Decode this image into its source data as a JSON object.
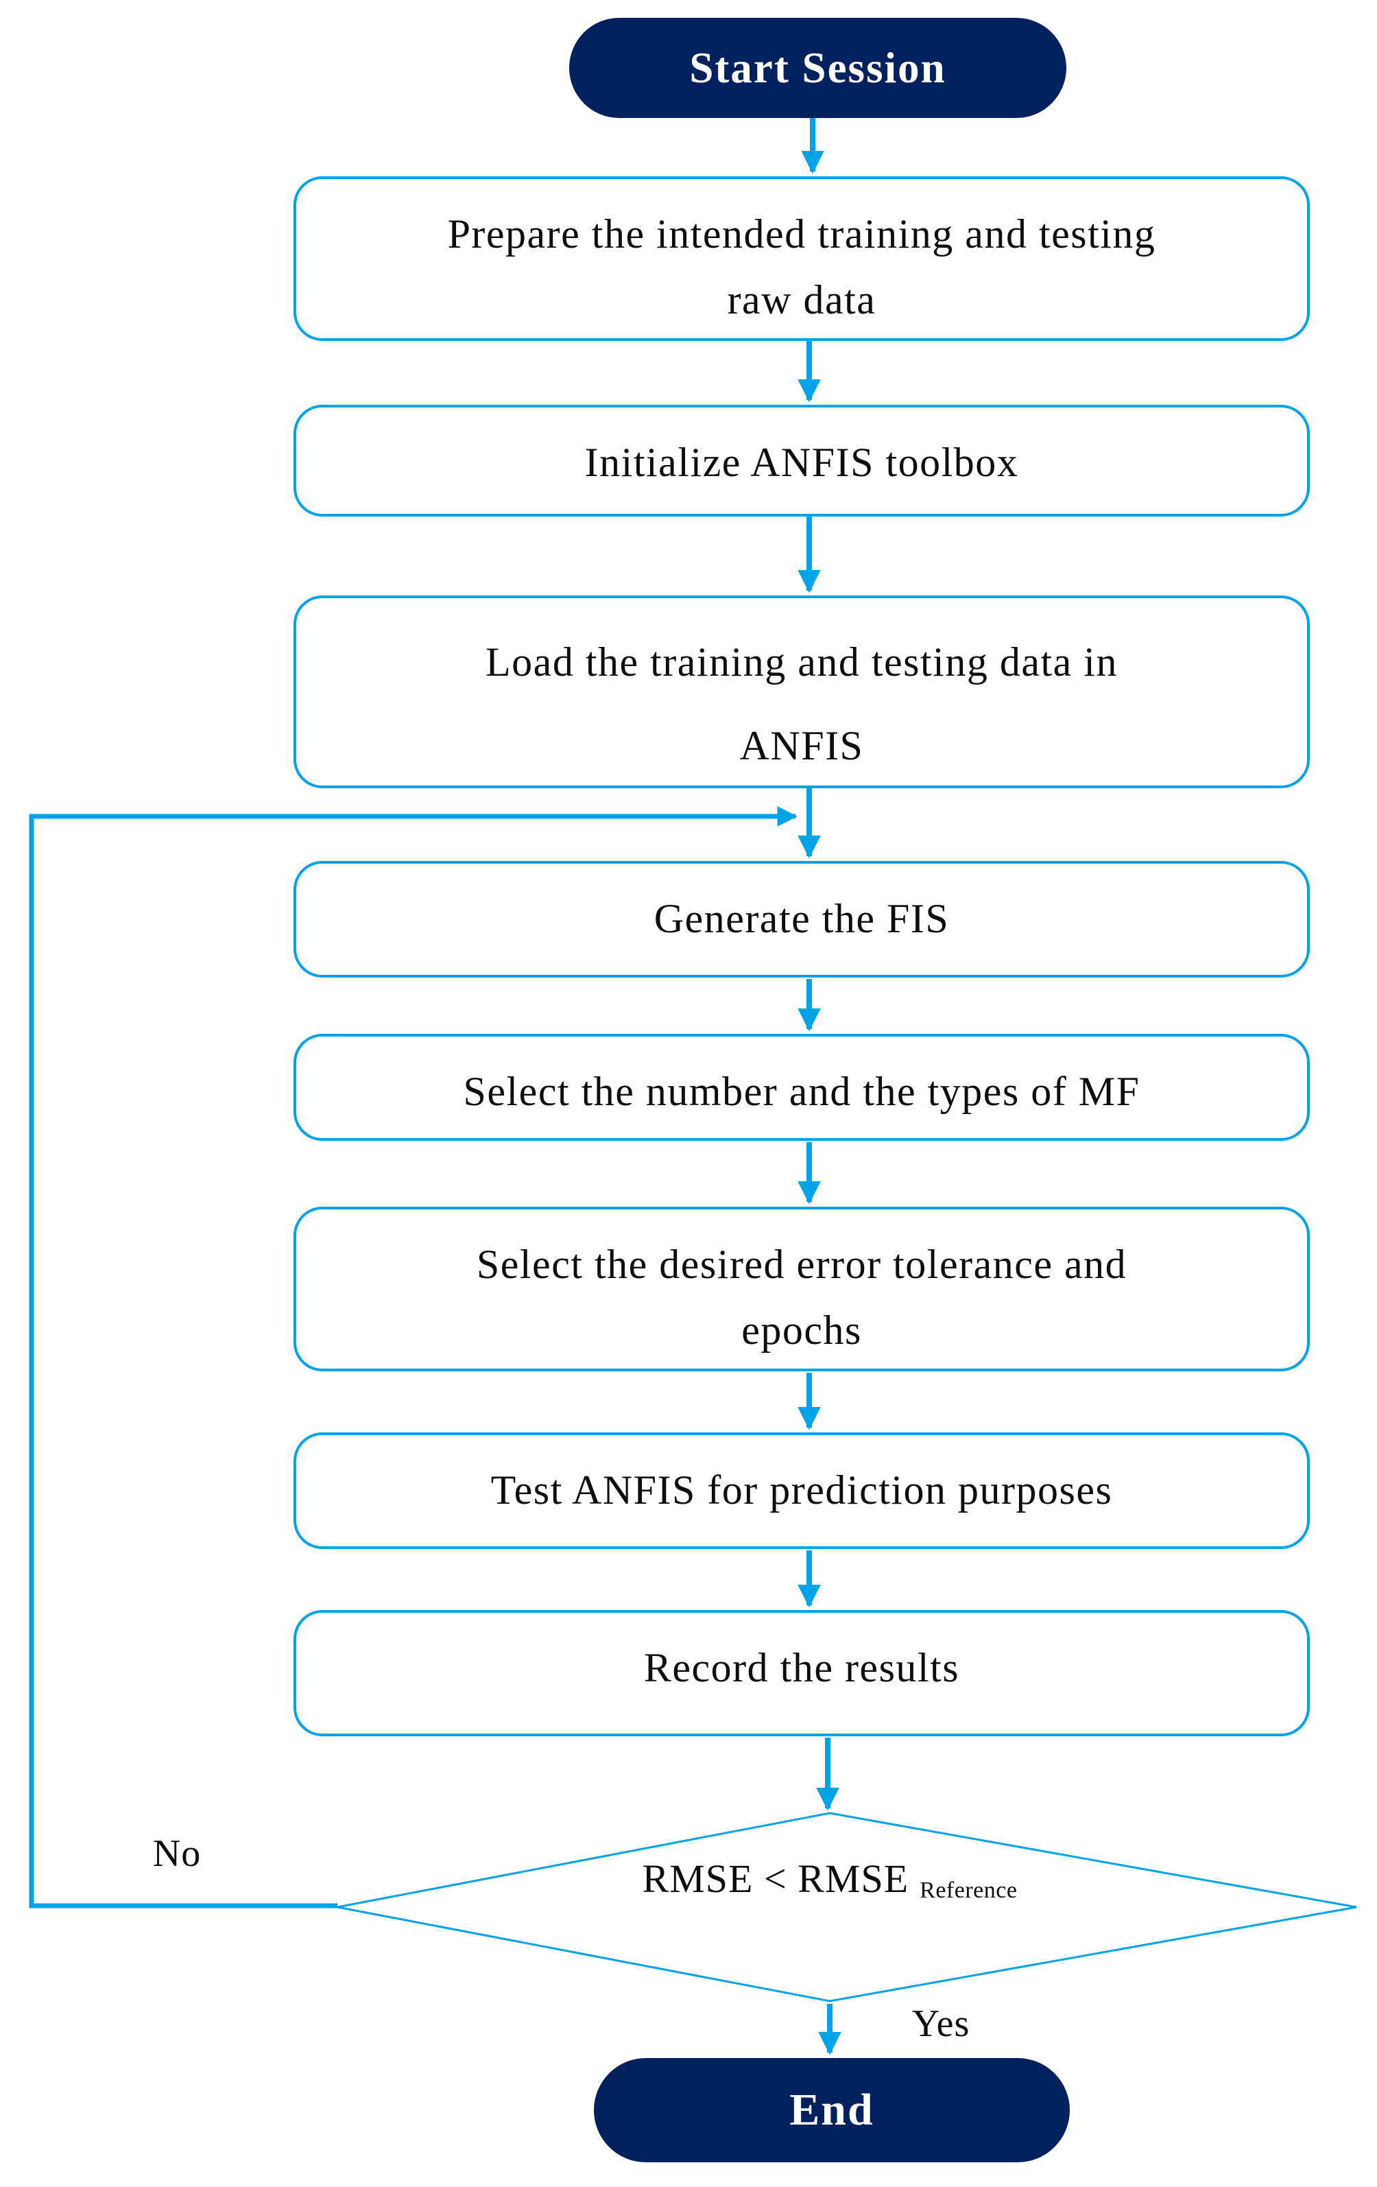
{
  "flowchart": {
    "title_hint": "ANFIS training session flowchart",
    "start": {
      "label": "Start Session"
    },
    "steps": [
      {
        "id": "prepare",
        "lines": [
          "Prepare the intended training and testing",
          "raw data"
        ]
      },
      {
        "id": "initialize",
        "lines": [
          "Initialize ANFIS toolbox"
        ]
      },
      {
        "id": "load",
        "lines": [
          "Load the training and testing data in",
          "ANFIS"
        ]
      },
      {
        "id": "generate-fis",
        "lines": [
          "Generate the FIS"
        ]
      },
      {
        "id": "select-mf",
        "lines": [
          "Select the number and the types of MF"
        ]
      },
      {
        "id": "select-error",
        "lines": [
          "Select the desired error tolerance and",
          "epochs"
        ]
      },
      {
        "id": "test-anfis",
        "lines": [
          "Test ANFIS for prediction purposes"
        ]
      },
      {
        "id": "record",
        "lines": [
          "Record the results"
        ]
      }
    ],
    "decision": {
      "text": "RMSE < RMSE",
      "subscript": "Reference"
    },
    "edges": {
      "no_label": "No",
      "yes_label": "Yes",
      "no_loop_target": "Generate the FIS",
      "yes_target": "End"
    },
    "end": {
      "label": "End"
    },
    "colors": {
      "accent_cyan": "#00a2e8",
      "node_navy": "#03215f",
      "text": "#0d0d0d",
      "background": "#ffffff"
    }
  }
}
